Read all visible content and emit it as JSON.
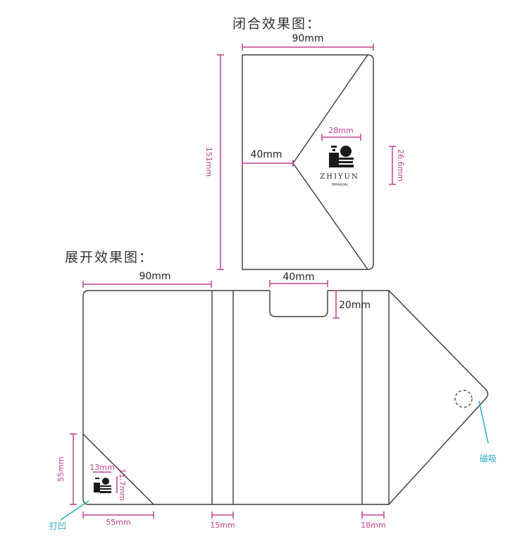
{
  "closed": {
    "title": "闭合效果图：",
    "width_label": "90mm",
    "height_label": "151mm",
    "flap_depth_label": "40mm",
    "logo_width_label": "28mm",
    "logo_height_label": "26.6mm",
    "brand_name": "ZHIYUN",
    "brand_sub": "TEPPANYAKI"
  },
  "expanded": {
    "title": "展开效果图：",
    "width_label": "90mm",
    "notch_width_label": "40mm",
    "notch_depth_label": "20mm",
    "corner_height_label": "55mm",
    "corner_width_label": "55mm",
    "spine_label": "15mm",
    "side_label": "18mm",
    "small_logo_width_label": "13mm",
    "small_logo_height_label": "11.7mm",
    "emboss_note": "打凹",
    "magnet_note": "磁吸"
  },
  "colors": {
    "dimension": "#c2408f",
    "note": "#2aa7c4"
  }
}
